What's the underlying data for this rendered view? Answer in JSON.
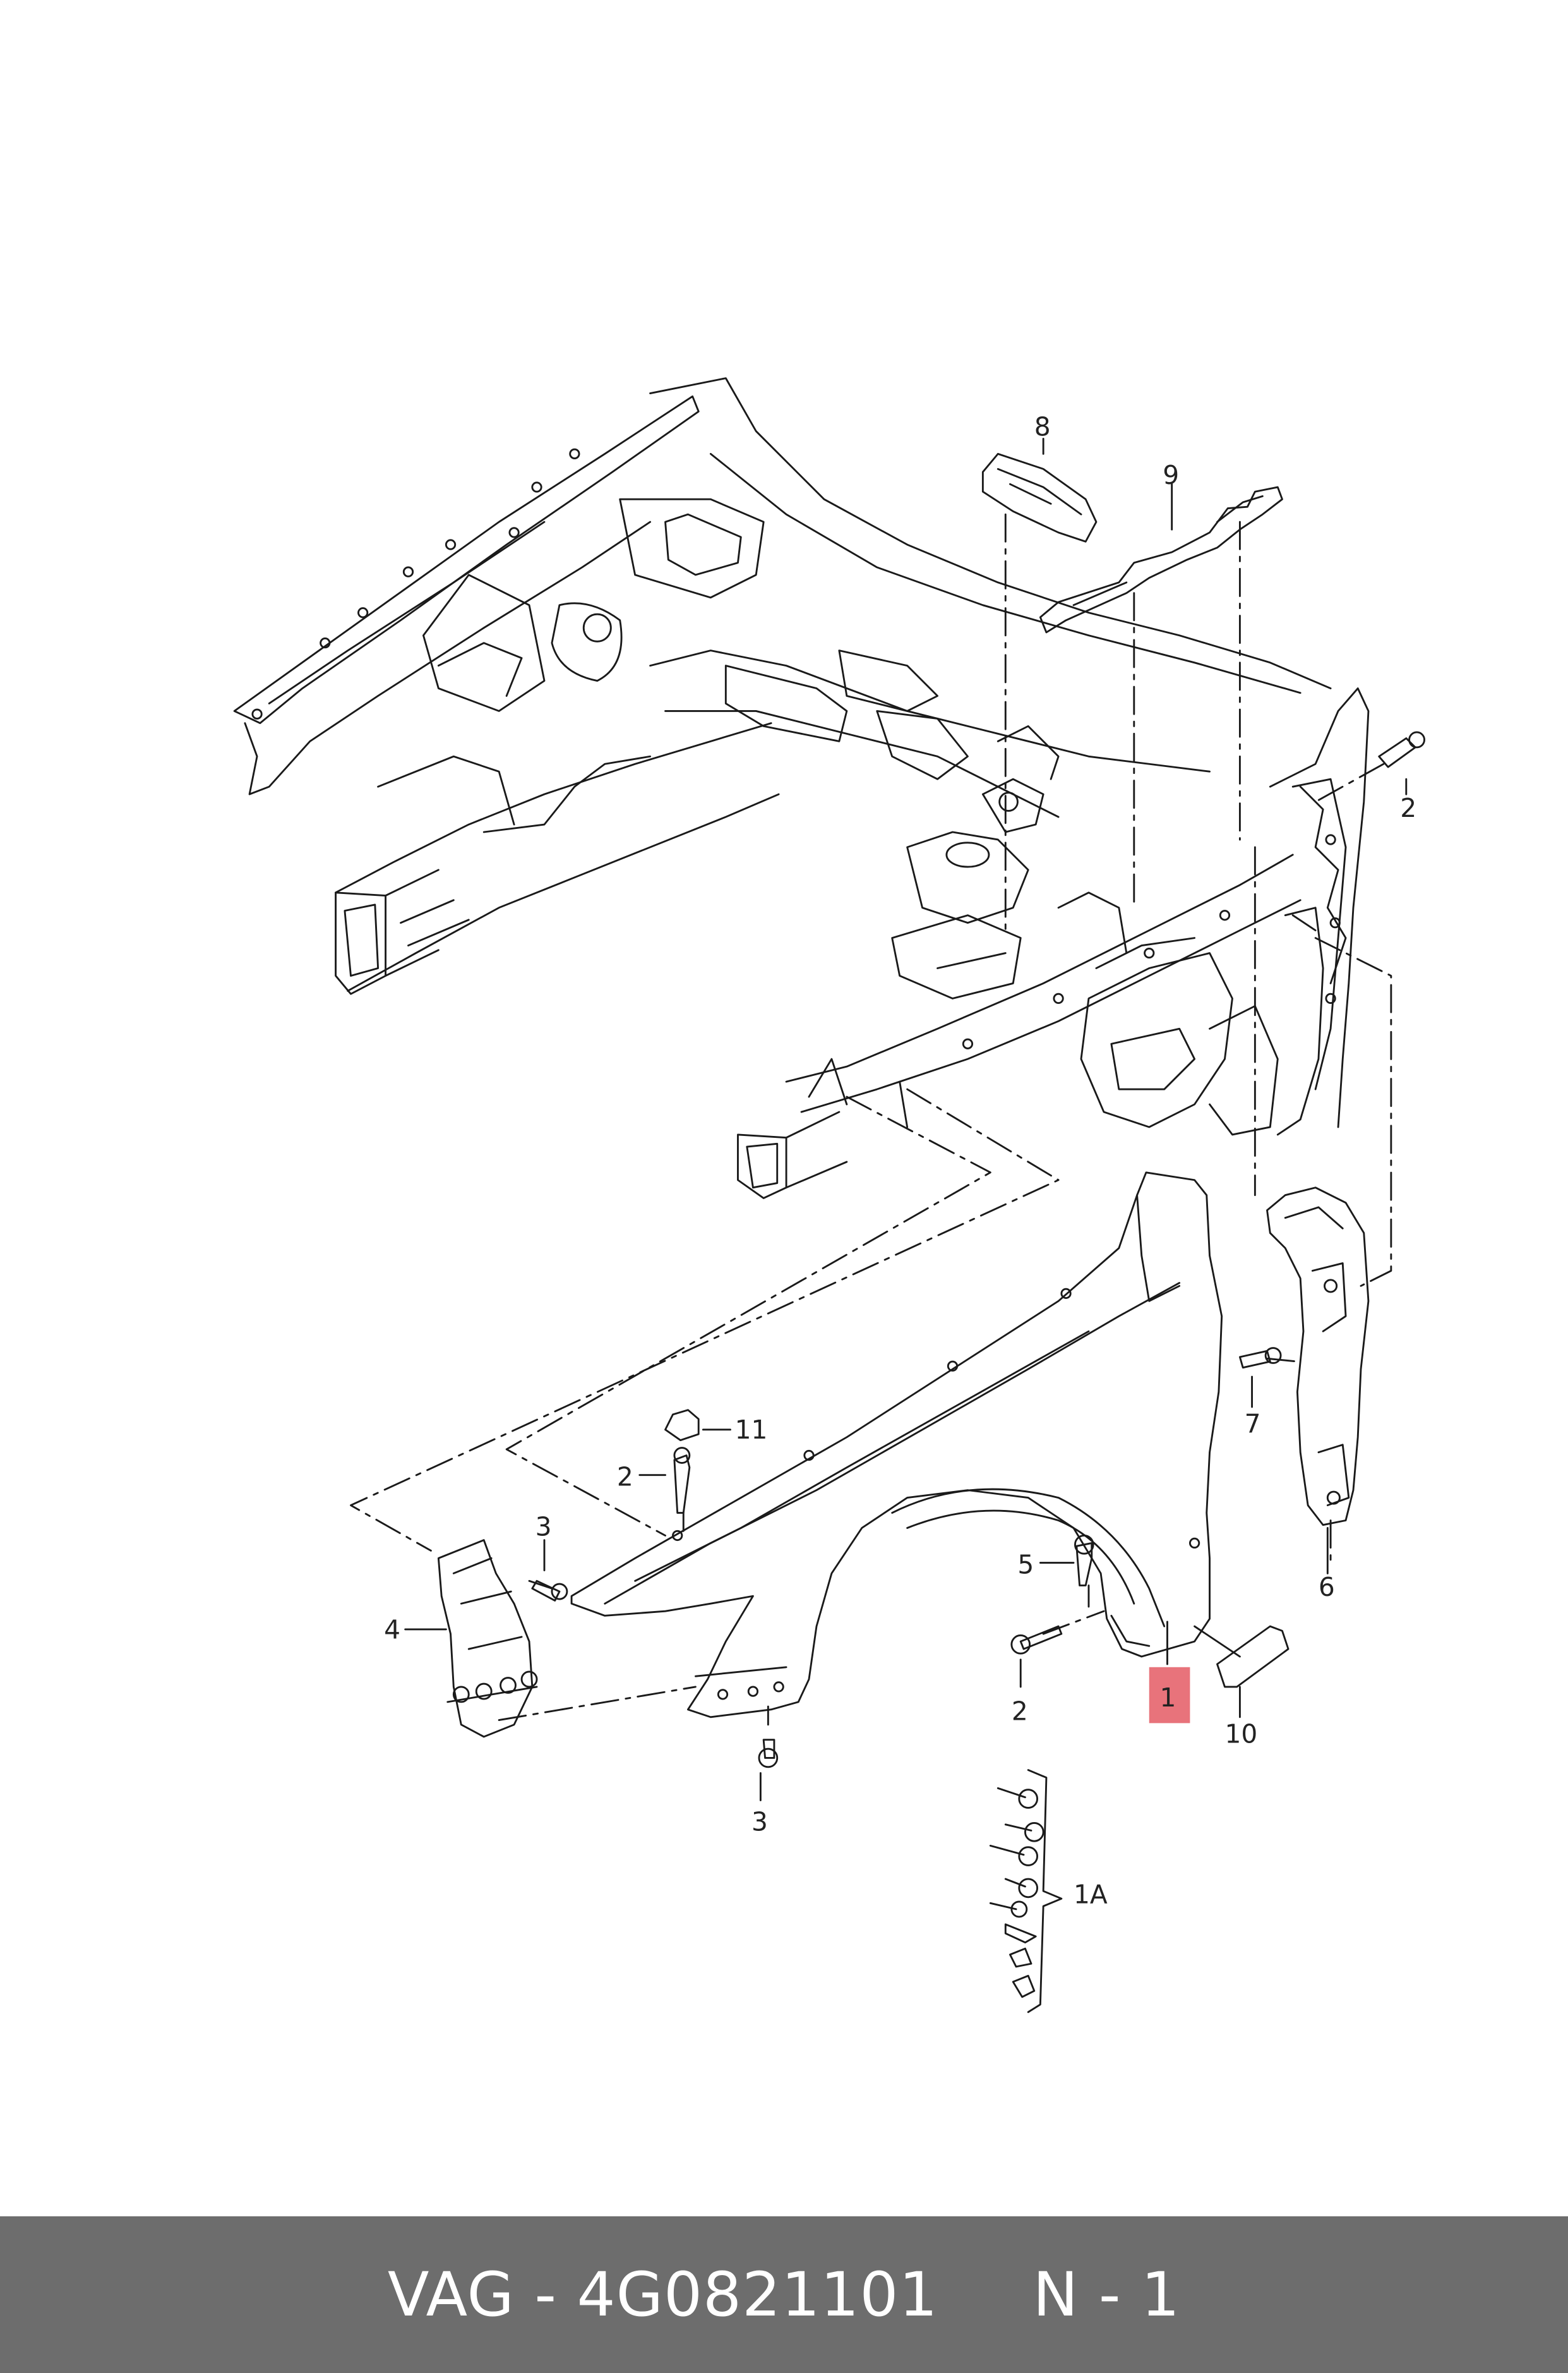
{
  "labels": {
    "l8": "8",
    "l9": "9",
    "l2a": "2",
    "l11": "11",
    "l2b": "2",
    "l3a": "3",
    "l4": "4",
    "l7": "7",
    "l6": "6",
    "l5": "5",
    "l2c": "2",
    "l1": "1",
    "l10": "10",
    "l3b": "3",
    "l1A": "1A"
  },
  "footer": {
    "part": "VAG - 4G0821101",
    "page": "N - 1"
  },
  "colors": {
    "footer_bg": "#6d6d6d",
    "highlight": "#e8737b",
    "line": "#1a1a1a"
  }
}
